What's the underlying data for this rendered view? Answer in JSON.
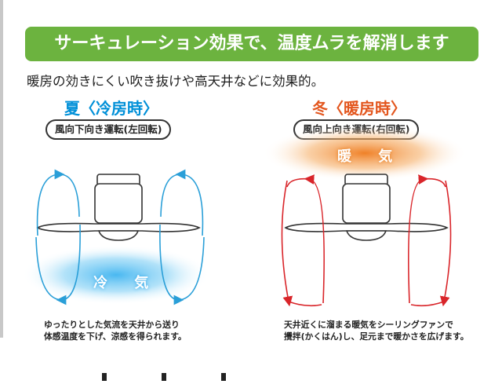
{
  "header": {
    "title": "サーキュレーション効果で、温度ムラを解消します"
  },
  "lead": "暖房の効きにくい吹き抜けや高天井などに効果的。",
  "summer": {
    "title": "夏〈冷房時〉",
    "mode": "風向下向き運転(左回転)",
    "air_label": "冷 気",
    "caption_line1": "ゆったりとした気流を天井から送り",
    "caption_line2": "体感温度を下げ、涼感を得られます。"
  },
  "winter": {
    "title": "冬〈暖房時〉",
    "mode": "風向上向き運転(右回転)",
    "air_label": "暖 気",
    "caption_line1": "天井近くに溜まる暖気をシーリングファンで",
    "caption_line2": "攪拌(かくはん)し、足元まで暖かさを広げます。"
  },
  "colors": {
    "header_green": "#6cb33f",
    "summer_blue": "#0090d8",
    "winter_orange": "#e3561e",
    "arrow_blue": "#2a9fd8",
    "arrow_red": "#d9252a"
  }
}
